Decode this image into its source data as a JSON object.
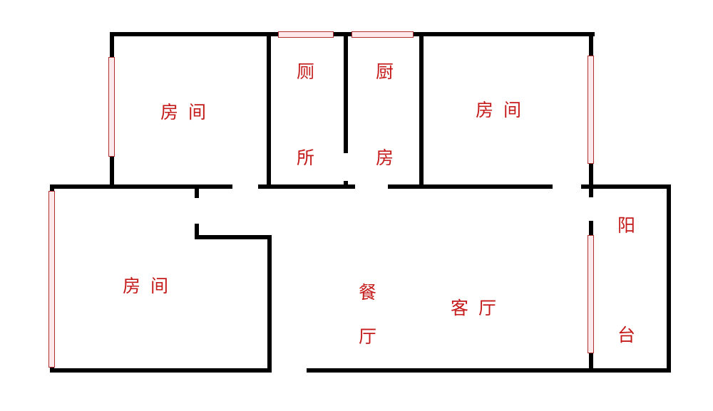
{
  "plan": {
    "rooms": {
      "bedroom_top_left": "房间",
      "toilet_1": "厕",
      "toilet_2": "所",
      "kitchen_1": "厨",
      "kitchen_2": "房",
      "bedroom_top_right": "房间",
      "bedroom_left": "房间",
      "dining_1": "餐",
      "dining_2": "厅",
      "living_room": "客厅",
      "balcony_1": "阳",
      "balcony_2": "台"
    },
    "colors": {
      "wall": "#000000",
      "label": "#c41a1a",
      "window": "#fde9e9"
    }
  }
}
